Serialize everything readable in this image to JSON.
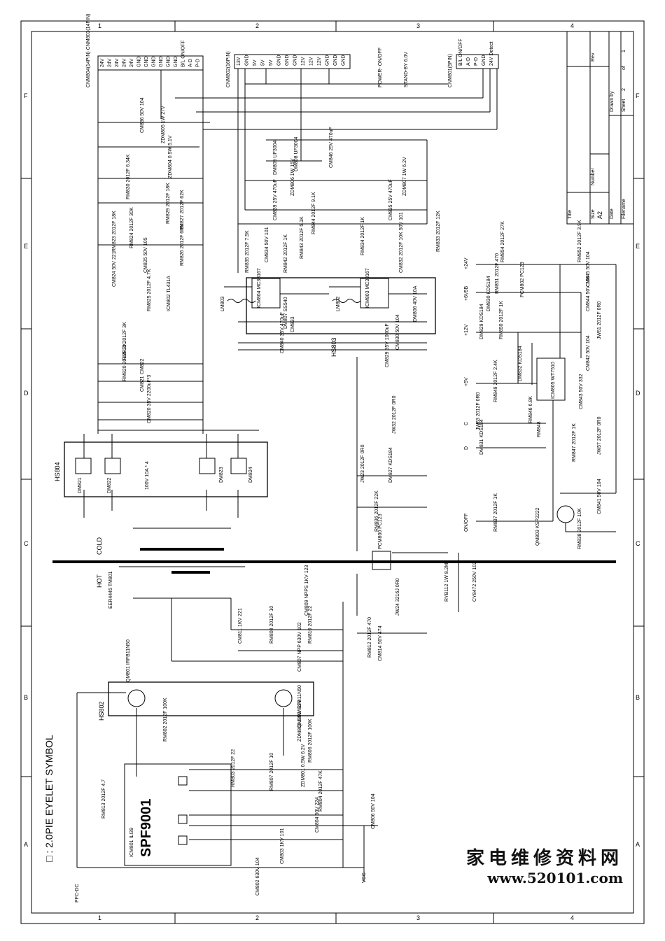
{
  "title_block": {
    "title_label": "Title",
    "size_label": "Size",
    "size_value": "A2",
    "number_label": "Number",
    "rev_label": "Rev",
    "date_label": "Date",
    "drawn_by_label": "Drawn by",
    "filename_label": "Filename",
    "sheet_label": "Sheet",
    "sheet_num": "2",
    "of_label": "of",
    "sheet_total": "1"
  },
  "grid": {
    "cols": [
      "1",
      "2",
      "3",
      "4"
    ],
    "rows": [
      "F",
      "E",
      "D",
      "C",
      "B",
      "A"
    ]
  },
  "legend": "□ : 2.0PIE EYELET SYMBOL",
  "heatsinks": [
    "HS804",
    "HS803",
    "HS802"
  ],
  "cold_label": "COLD",
  "hot_label": "HOT",
  "transformer": "EER4445 TM801",
  "ic_main": "SPF9001",
  "ic_main_ref": "ICM801 ILI39",
  "connectors": {
    "cnm804": "CNM804(14PIN) CNM803(14PIN)",
    "cnm804_pins": [
      "24V",
      "24V",
      "24V",
      "24V",
      "24V",
      "GND",
      "GND",
      "GND",
      "GND",
      "GND",
      "GND",
      "B/L ON/OFF",
      "A-D",
      "P-D"
    ],
    "cnm802": "CNM802(16PIN)",
    "cnm802_pins": [
      "13V",
      "GND",
      "5V",
      "5V",
      "5V",
      "GND",
      "GND",
      "GND",
      "12V",
      "12V",
      "12V",
      "GND",
      "GND",
      "GND"
    ],
    "cnm801": "CNM801(5PIN)",
    "cnm801_pins": [
      "B/L ON/OFF",
      "A-D",
      "P-D",
      "GND",
      "24V Detect"
    ],
    "power_onoff": "POWER- ON/OFF",
    "standby": "STAND-BY 6.0V"
  },
  "components": {
    "hs804_parts": [
      "DM821",
      "DM822",
      "DM823",
      "DM824"
    ],
    "hs804_rating": "100V 10A * 4",
    "cm820": "CM820 35V 2200uF*3",
    "cm821": "CM821",
    "cm822": "CM822",
    "rm820": "RM820 2012F 2K",
    "rm822": "RM822 2012F 3K",
    "icm802": "ICM802 TL431A",
    "rm825": "RM825 2012F 4.7K",
    "cm824": "CM824 50V 221",
    "cm825": "CM825 50V 105",
    "rm823": "RM823 2012F 18K",
    "rm824": "RM824 2012F 30K",
    "rm826": "RM826 2012F 6.8K",
    "rm827": "RM827 2012F 62K",
    "rm829": "RM829 2012F 18K",
    "rm830": "RM830 2012F 6.34K",
    "zdm804": "ZDM804 0.5W 5.1V",
    "zdm805": "ZDM805 1W 27V",
    "cm836": "CM836 50V 104",
    "icm803": "ICM803 MC33167",
    "icm804": "ICM804 MC33167",
    "lm802": "LM802",
    "lm803": "LM803",
    "dm806": "DM806 40V 10A",
    "dm807": "DM807 SS540",
    "cm829": "CM829 35V 1000uF",
    "cm830": "CM830 50V 104",
    "cm833": "CM833",
    "cm840": "CM840 35V 470uF",
    "cm835": "CM835 25V 470uF",
    "cm839": "CM839 25V 470uF",
    "cm846": "CM846 25V 470uF",
    "dm808": "DM808 UF3004",
    "dm809": "DM809 UF3004",
    "zdm806": "ZDM806 1W 15V",
    "zdm807": "ZDM807 1W 6.2V",
    "rm833": "RM833 2012F 12K",
    "rm834": "RM834 2012F 1K",
    "rm835": "RM835 2012F 7.5K",
    "rm842": "RM842 2012F 1K",
    "rm843": "RM843 2012F 5.1K",
    "rm844": "RM844 2012F 9.1K",
    "cm832": "CM832 2012F 10K 50V 101",
    "cm834": "CM834 50V 101",
    "icm805": "ICM805 WT7510",
    "qm803": "QM803 KSP2222",
    "pcm800": "PCM800 PC123",
    "pcm802": "PCM802 PC123",
    "jw23": "JW23 2012F 0R0",
    "jw32": "JW32 2012F 0R0",
    "dm827": "DM827 KDS184",
    "rm836": "RM836 2012F 22K",
    "rm837": "RM837 2012F 1K",
    "rm838": "RM838 2012F 10K",
    "cm841": "CM841 50V 104",
    "cm842": "CM842 50V 104",
    "cm843": "CM843 50V 332",
    "cm844": "CM844 50V 104",
    "cm845": "CM845 50V 104",
    "rm851": "RM851 2012F 470",
    "rm852": "RM852 2012F 3.9K",
    "rm854": "RM854 2012F 27K",
    "rm846": "RM846 6.8K",
    "rm847": "RM847 2012F 1K",
    "rm848": "RM848",
    "rm849": "RM849 2012F 2.4K",
    "rm850": "RM850 2012F 1K",
    "dm829": "DM829 KDS184",
    "dm830": "DM830 KDS184",
    "dm831": "DM831 KDS184",
    "dm832": "DM832 KDS184",
    "jw57": "JW57 2012F 0R0",
    "jw61": "JW61 2012F 0R0",
    "jw63": "JW63 2012F 0R0",
    "qm801": "QM801 IRFB11N50",
    "qm802": "QM802 IRFB11N50",
    "cm807": "CM807 NPP 630V 102",
    "cm809": "CM809 NPPS 1KV 123",
    "cm811": "CM811 1KV 221",
    "rm808": "RM808 2012F 10",
    "rm810": "RM810 2012F 22",
    "rm802": "RM802 2012F 100K",
    "zdm803": "ZDM803 0.5W 12V",
    "rm806": "RM806 2012F 100K",
    "rm807": "RM807 2012F 10",
    "rm803": "RM803 2012F 22",
    "rm813": "RM813 2012F 4.7",
    "zdm801": "ZDM801 0.5W 6.2V",
    "rm804": "RM804 2012F 47K",
    "cm804": "CM804 50V 224",
    "cm806": "CM806 50V 104",
    "cm803": "CM803 1KV 101",
    "cm802": "CM802 630V 104",
    "rm812": "RM812 2012F 470",
    "cm814": "CM814 50V 474",
    "jw24": "JW24 3216J 0R0",
    "ryb112": "RYB112 1W 8.2M",
    "cy8472": "CY8472 250V 102",
    "vcc": "VCC",
    "pfc_dc": "PFC-DC",
    "net_24v": "+24V",
    "net_6v5b": "+6V5B",
    "net_12v": "+12V",
    "net_5v": "+5V",
    "net_c": "C",
    "net_d": "D",
    "on_off": "ON/OFF"
  },
  "watermark": {
    "cn": "家电维修资料网",
    "url": "www.520101.com"
  }
}
